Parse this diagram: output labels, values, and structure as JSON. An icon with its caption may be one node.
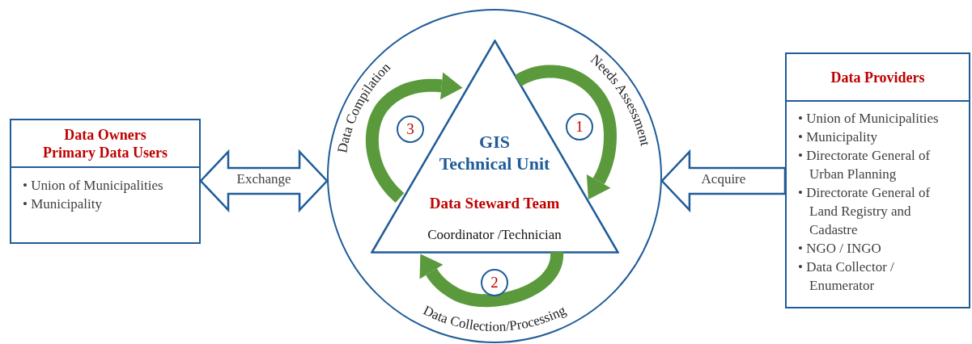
{
  "diagram": {
    "nodes": [
      {
        "text": [
          "Data Owners Primary Data Users",
          "• Union of Municipalities",
          "• Municipality"
        ]
      },
      {
        "text": [],
        "shape": "circle"
      },
      {
        "text": [
          "GIS Technical Unit",
          "Data Steward Team",
          "Coordinator /Technician"
        ],
        "in": 1
      },
      {
        "text": [
          "3"
        ],
        "in": 1
      },
      {
        "text": [
          "1"
        ],
        "in": 1
      },
      {
        "text": [
          "2"
        ],
        "in": 1
      },
      {
        "text": [
          "Data Providers",
          "• Union of Municipalities",
          "• Municipality",
          "• Directorate General of Urban Planning",
          "• Directorate General of Land Registry and Cadastre",
          "• NGO / INGO",
          "• Data Collector / Enumerator"
        ]
      }
    ],
    "edges": [
      {
        "from": 0,
        "to": 1,
        "arrow": "both",
        "label": "Exchange",
        "color": "#1f5c99"
      },
      {
        "from": 6,
        "to": 1,
        "arrow": "to",
        "label": "Acquire",
        "color": "#1f5c99"
      },
      {
        "from": 2,
        "to": 2,
        "arrow": "to",
        "label": "Needs Assessment",
        "color": "#5a9a3c"
      },
      {
        "from": 2,
        "to": 2,
        "arrow": "to",
        "label": "Data Collection/Processing",
        "color": "#5a9a3c"
      },
      {
        "from": 2,
        "to": 2,
        "arrow": "to",
        "label": "Data Compilation",
        "color": "#5a9a3c"
      }
    ]
  }
}
